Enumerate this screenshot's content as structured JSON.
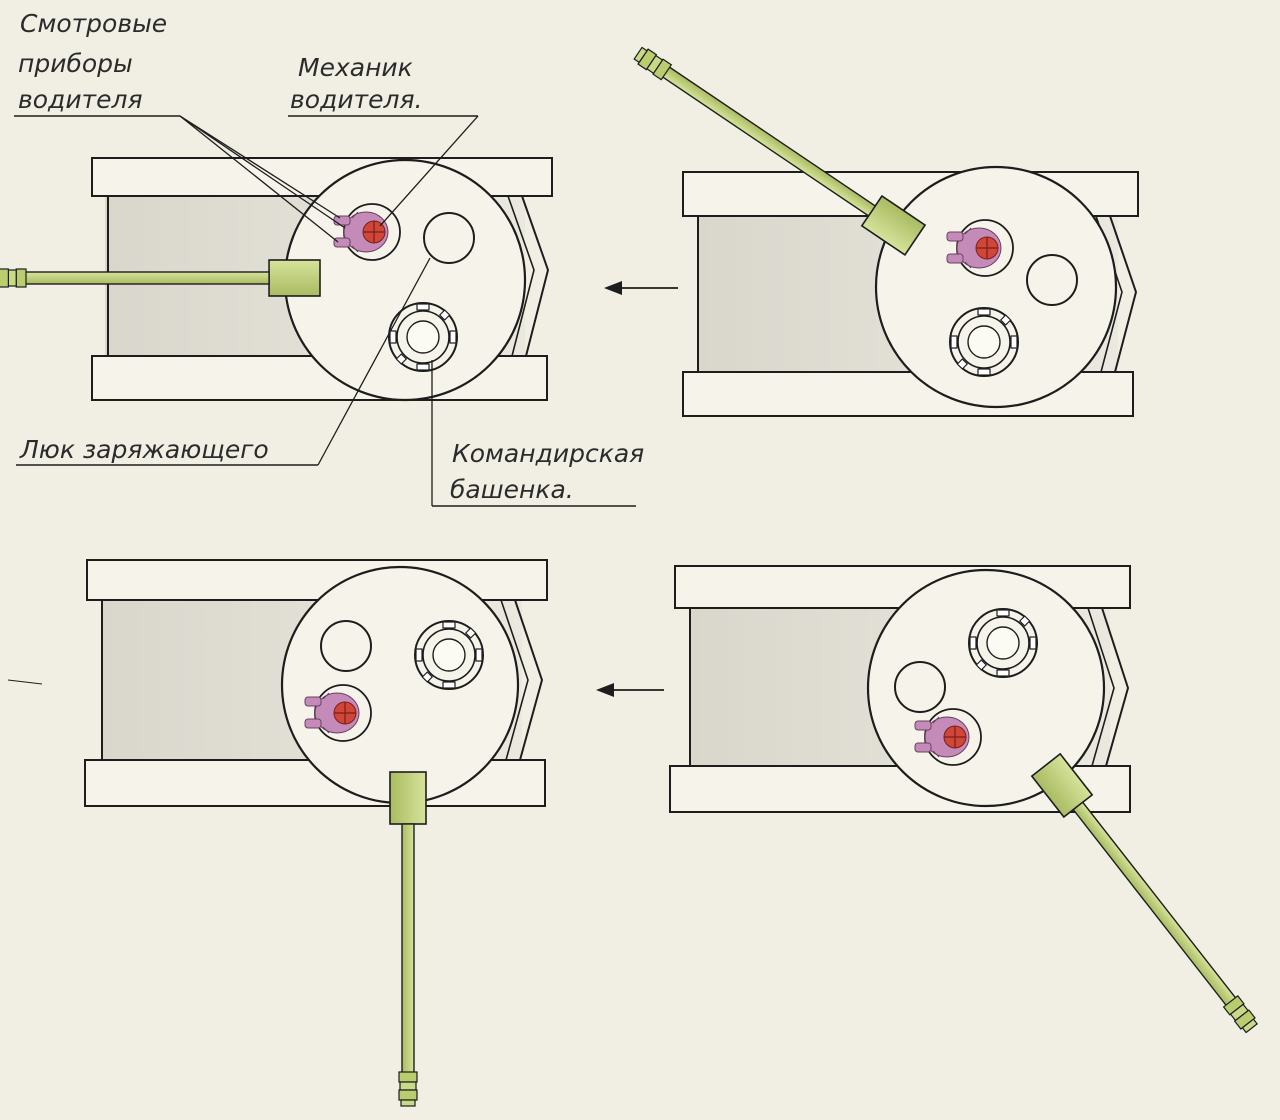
{
  "labels": {
    "viewing_devices": [
      "Смотровые",
      "приборы",
      "водителя"
    ],
    "driver_mechanic": [
      "Механик",
      "водителя."
    ],
    "loader_hatch": "Люк заряжающего",
    "commander_cupola": [
      "Командирская",
      "башенка."
    ]
  },
  "colors": {
    "paper": "#f1efe4",
    "hull_shade": "#dedcd2",
    "barrel": "#c3d480",
    "barrel_dark": "#8fa050",
    "figure": "#c58bb8",
    "figure_head": "#d0473a",
    "ink": "#1d1d1d"
  }
}
